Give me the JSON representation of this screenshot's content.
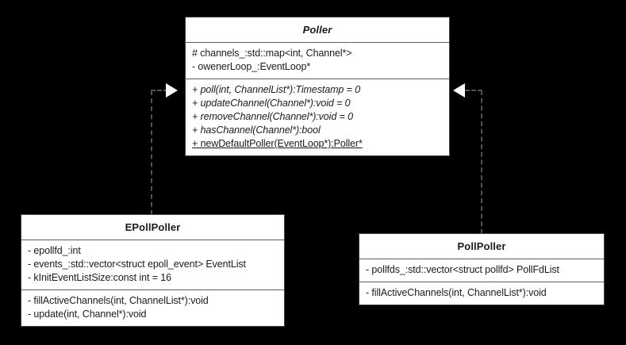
{
  "diagram": {
    "type": "uml-class-diagram",
    "background_color": "#000000",
    "box_fill_color": "#ffffff",
    "box_border_color": "#3b4046",
    "connector_color": "#4d5156",
    "arrowhead_fill": "#ffffff"
  },
  "classes": {
    "poller": {
      "name": "Poller",
      "stereotype": "abstract",
      "attributes": [
        "# channels_:std::map<int, Channel*>",
        "- owenerLoop_:EventLoop*"
      ],
      "operations": [
        "+ poll(int, ChannelList*):Timestamp = 0",
        "+ updateChannel(Channel*):void = 0",
        "+ removeChannel(Channel*):void = 0",
        "+ hasChannel(Channel*):bool",
        "+ newDefaultPoller(EventLoop*):Poller*"
      ]
    },
    "epollpoller": {
      "name": "EPollPoller",
      "stereotype": "concrete",
      "attributes": [
        "- epollfd_:int",
        "- events_:std::vector<struct epoll_event> EventList",
        "- kInitEventListSize:const int = 16"
      ],
      "operations": [
        "- fillActiveChannels(int, ChannelList*):void",
        "- update(int, Channel*):void"
      ]
    },
    "pollpoller": {
      "name": "PollPoller",
      "stereotype": "concrete",
      "attributes": [
        "- pollfds_:std::vector<struct pollfd> PollFdList"
      ],
      "operations": [
        "- fillActiveChannels(int, ChannelList*):void"
      ]
    }
  },
  "relationships": [
    {
      "name": "epollpoller-realizes-poller",
      "from": "EPollPoller",
      "to": "Poller",
      "kind": "realization",
      "line_style": "dashed",
      "arrowhead": "hollow-triangle"
    },
    {
      "name": "pollpoller-realizes-poller",
      "from": "PollPoller",
      "to": "Poller",
      "kind": "realization",
      "line_style": "dashed",
      "arrowhead": "hollow-triangle"
    }
  ]
}
